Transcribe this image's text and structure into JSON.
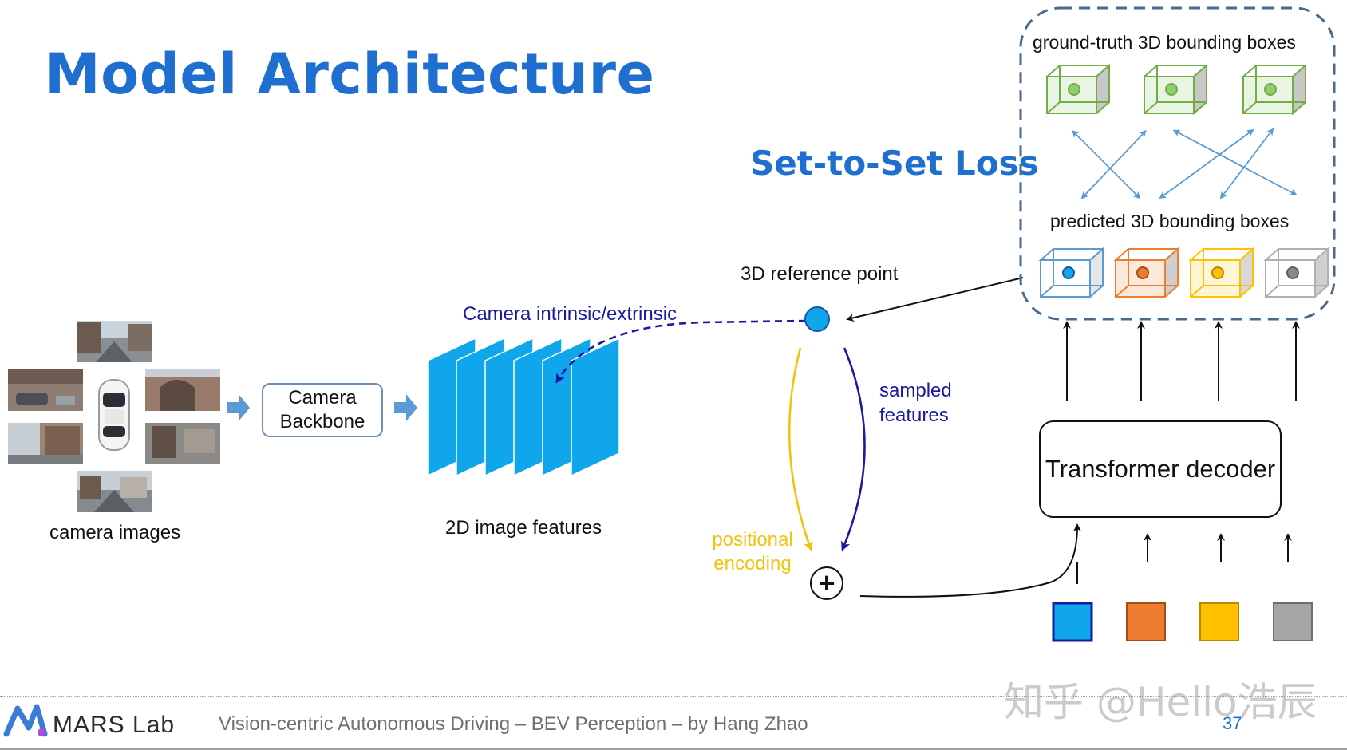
{
  "slide": {
    "title": "Model Architecture",
    "loss_title": "Set-to-Set Loss"
  },
  "labels": {
    "camera_images": "camera images",
    "camera_backbone_line1": "Camera",
    "camera_backbone_line2": "Backbone",
    "image_features": "2D image features",
    "camera_params": "Camera intrinsic/extrinsic",
    "reference_point": "3D reference point",
    "sampled_features_line1": "sampled",
    "sampled_features_line2": "features",
    "positional_encoding_line1": "positional",
    "positional_encoding_line2": "encoding",
    "transformer_decoder": "Transformer decoder",
    "gt_boxes": "ground-truth 3D bounding boxes",
    "pred_boxes": "predicted 3D bounding boxes",
    "plus_symbol": "+"
  },
  "footer": {
    "lab": "MARS Lab",
    "text": "Vision-centric Autonomous Driving – BEV Perception – by Hang Zhao",
    "page": "37",
    "watermark": "知乎 @Hello浩辰"
  },
  "colors": {
    "accent": "#1f6fd1",
    "feature_map": "#10a6ec",
    "navy": "#1a1aa0",
    "yellow": "#f2c20f",
    "query_blue": "#10a6ec",
    "query_orange": "#ed7d31",
    "query_yellow": "#ffc000",
    "query_gray": "#a5a5a5",
    "gt_green": "#70ad47"
  }
}
